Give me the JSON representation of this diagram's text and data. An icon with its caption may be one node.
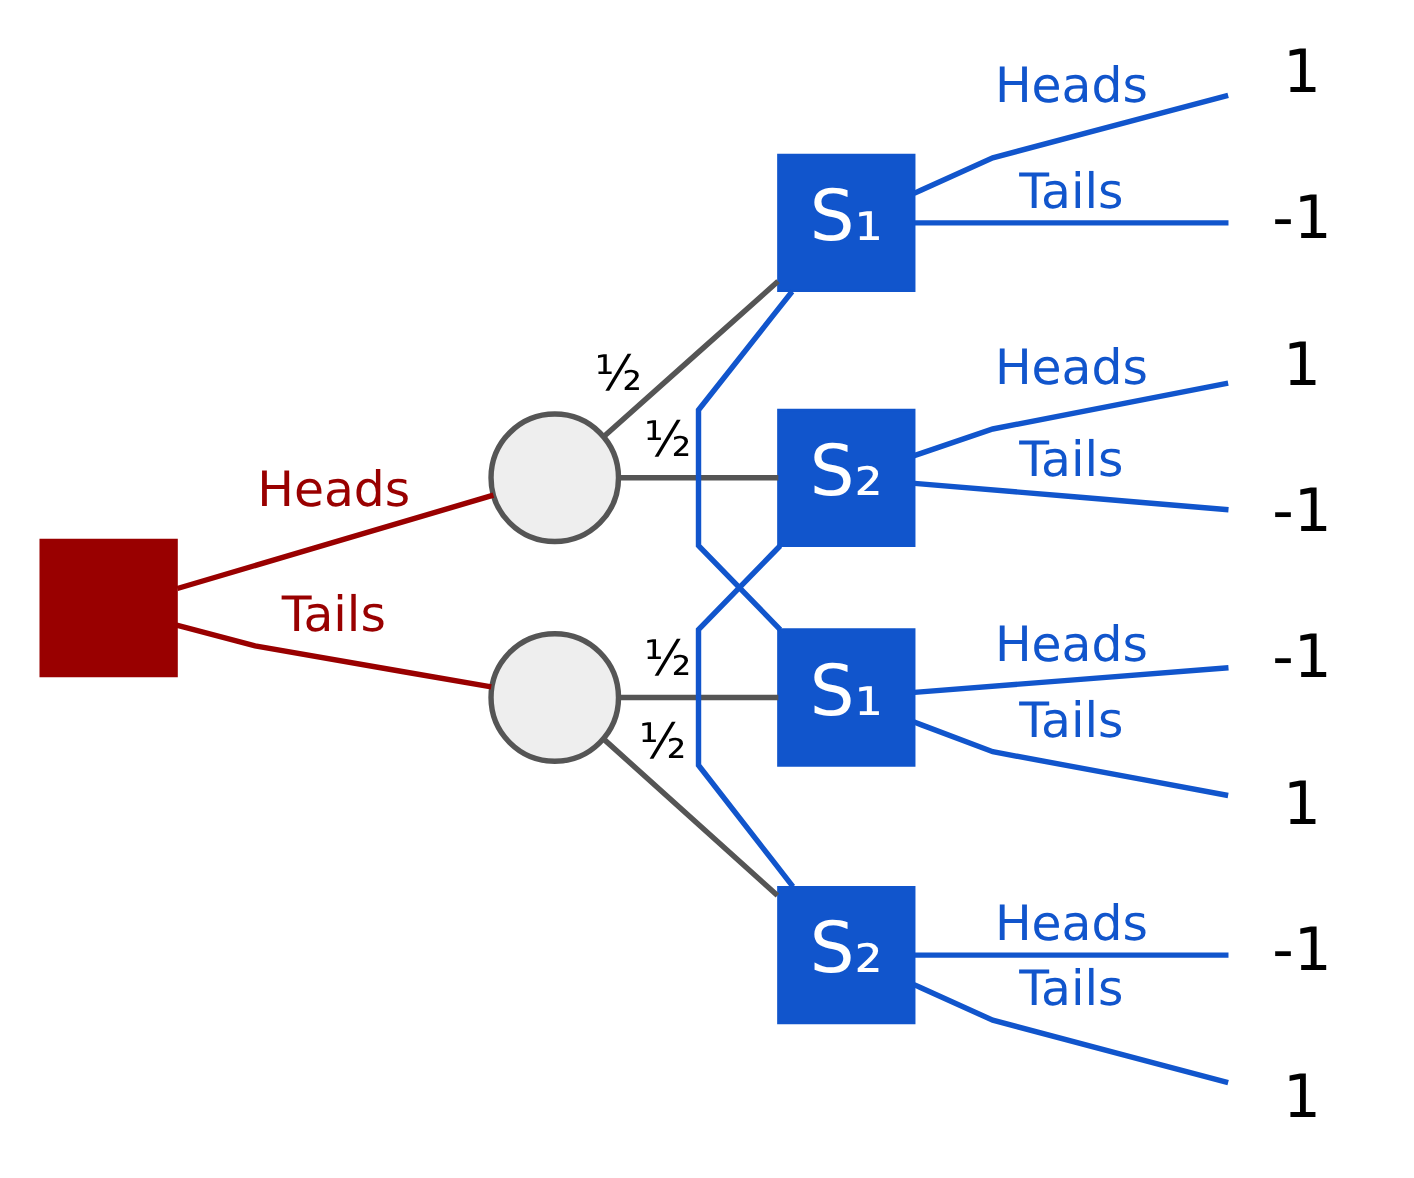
{
  "diagram": {
    "nodes": [
      {
        "text": [],
        "shape": "box"
      },
      {
        "text": [],
        "shape": "circle"
      },
      {
        "text": [],
        "shape": "circle"
      },
      {
        "text": [
          "S₁"
        ]
      },
      {
        "text": [
          "S₂"
        ]
      },
      {
        "text": [
          "S₁"
        ]
      },
      {
        "text": [
          "S₂"
        ]
      },
      {
        "text": [
          "1"
        ]
      },
      {
        "text": [
          "-1"
        ]
      },
      {
        "text": [
          "1"
        ]
      },
      {
        "text": [
          "-1"
        ]
      },
      {
        "text": [
          "-1"
        ]
      },
      {
        "text": [
          "1"
        ]
      },
      {
        "text": [
          "-1"
        ]
      },
      {
        "text": [
          "1"
        ]
      }
    ],
    "edges": [
      {
        "from": 0,
        "to": 1,
        "arrow": "none",
        "label": "Heads",
        "color": "#990000"
      },
      {
        "from": 0,
        "to": 2,
        "arrow": "none",
        "label": "Tails",
        "color": "#990000"
      },
      {
        "from": 1,
        "to": 3,
        "arrow": "none",
        "label": "½",
        "color": "#555555"
      },
      {
        "from": 1,
        "to": 4,
        "arrow": "none",
        "label": "½",
        "color": "#555555"
      },
      {
        "from": 2,
        "to": 5,
        "arrow": "none",
        "label": "½",
        "color": "#555555"
      },
      {
        "from": 2,
        "to": 6,
        "arrow": "none",
        "label": "½",
        "color": "#555555"
      },
      {
        "from": 3,
        "to": 5,
        "arrow": "none",
        "color": "#1155cc"
      },
      {
        "from": 4,
        "to": 6,
        "arrow": "none",
        "color": "#1155cc"
      },
      {
        "from": 3,
        "to": 7,
        "arrow": "none",
        "label": "Heads",
        "color": "#1155cc"
      },
      {
        "from": 3,
        "to": 8,
        "arrow": "none",
        "label": "Tails",
        "color": "#1155cc"
      },
      {
        "from": 4,
        "to": 9,
        "arrow": "none",
        "label": "Heads",
        "color": "#1155cc"
      },
      {
        "from": 4,
        "to": 10,
        "arrow": "none",
        "label": "Tails",
        "color": "#1155cc"
      },
      {
        "from": 5,
        "to": 11,
        "arrow": "none",
        "label": "Heads",
        "color": "#1155cc"
      },
      {
        "from": 5,
        "to": 12,
        "arrow": "none",
        "label": "Tails",
        "color": "#1155cc"
      },
      {
        "from": 6,
        "to": 13,
        "arrow": "none",
        "label": "Heads",
        "color": "#1155cc"
      },
      {
        "from": 6,
        "to": 14,
        "arrow": "none",
        "label": "Tails",
        "color": "#1155cc"
      }
    ]
  }
}
